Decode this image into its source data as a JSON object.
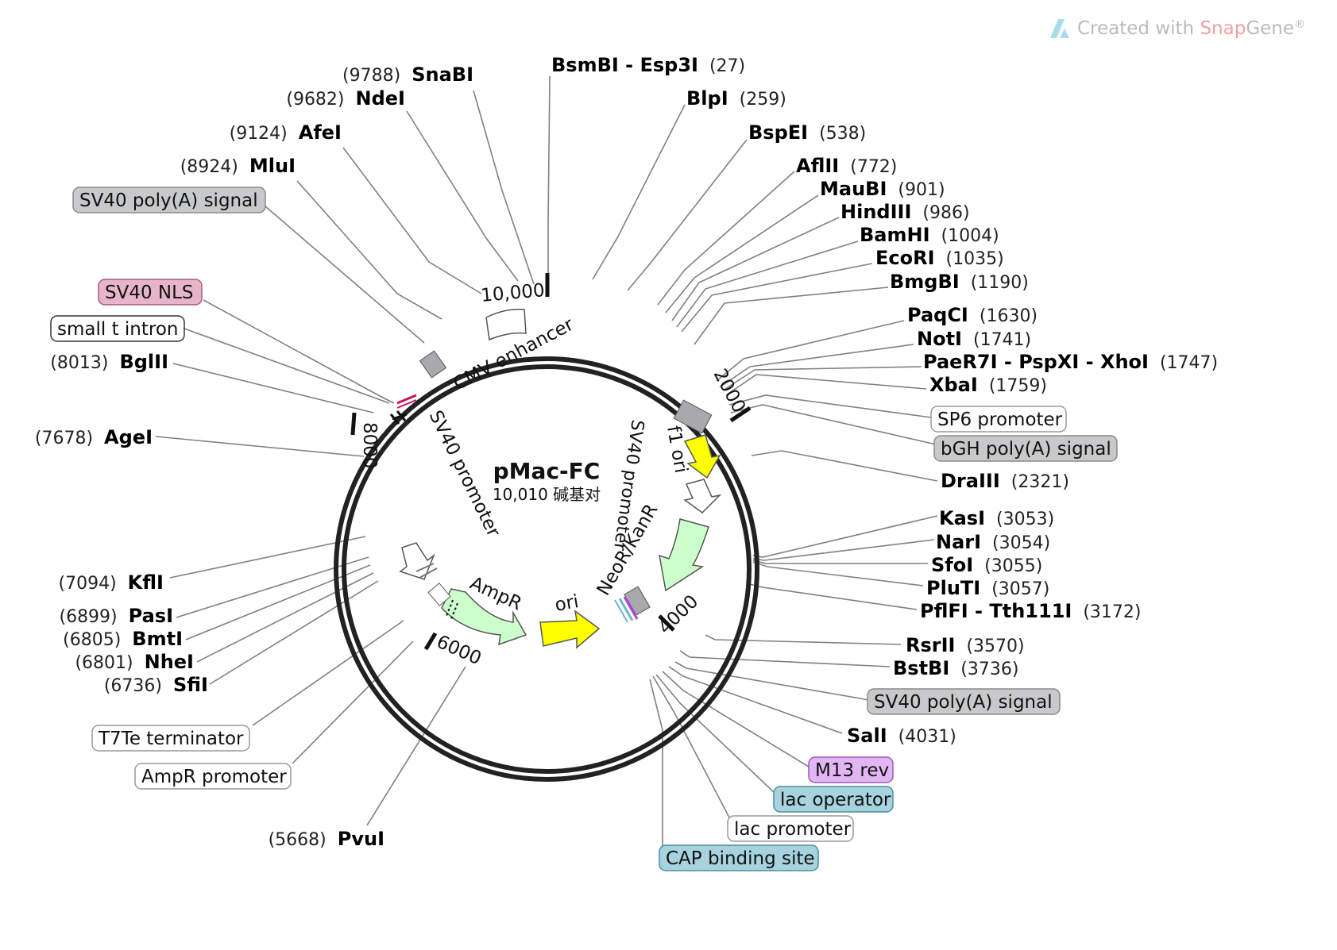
{
  "watermark": {
    "prefix": "Created with ",
    "brand_a": "Snap",
    "brand_b": "Gene",
    "reg": "®"
  },
  "plasmid": {
    "name": "pMac-FC",
    "size_label": "10,010 碱基对"
  },
  "ticks": [
    {
      "label": "10,000"
    },
    {
      "label": "2000"
    },
    {
      "label": "4000"
    },
    {
      "label": "6000"
    },
    {
      "label": "8000"
    }
  ],
  "sites": [
    {
      "name": "SnaBI",
      "pos": "(9788)",
      "side": "left"
    },
    {
      "name": "NdeI",
      "pos": "(9682)",
      "side": "left"
    },
    {
      "name": "AfeI",
      "pos": "(9124)",
      "side": "left"
    },
    {
      "name": "MluI",
      "pos": "(8924)",
      "side": "left"
    },
    {
      "name": "BglII",
      "pos": "(8013)",
      "side": "left"
    },
    {
      "name": "AgeI",
      "pos": "(7678)",
      "side": "left"
    },
    {
      "name": "KflI",
      "pos": "(7094)",
      "side": "left"
    },
    {
      "name": "PasI",
      "pos": "(6899)",
      "side": "left"
    },
    {
      "name": "BmtI",
      "pos": "(6805)",
      "side": "left"
    },
    {
      "name": "NheI",
      "pos": "(6801)",
      "side": "left"
    },
    {
      "name": "SfiI",
      "pos": "(6736)",
      "side": "left"
    },
    {
      "name": "PvuI",
      "pos": "(5668)",
      "side": "left"
    },
    {
      "name": "BsmBI - Esp3I",
      "pos": "(27)",
      "side": "right"
    },
    {
      "name": "BlpI",
      "pos": "(259)",
      "side": "right"
    },
    {
      "name": "BspEI",
      "pos": "(538)",
      "side": "right"
    },
    {
      "name": "AflII",
      "pos": "(772)",
      "side": "right"
    },
    {
      "name": "MauBI",
      "pos": "(901)",
      "side": "right"
    },
    {
      "name": "HindIII",
      "pos": "(986)",
      "side": "right"
    },
    {
      "name": "BamHI",
      "pos": "(1004)",
      "side": "right"
    },
    {
      "name": "EcoRI",
      "pos": "(1035)",
      "side": "right"
    },
    {
      "name": "BmgBI",
      "pos": "(1190)",
      "side": "right"
    },
    {
      "name": "PaqCI",
      "pos": "(1630)",
      "side": "right"
    },
    {
      "name": "NotI",
      "pos": "(1741)",
      "side": "right"
    },
    {
      "name": "PaeR7I - PspXI - XhoI",
      "pos": "(1747)",
      "side": "right"
    },
    {
      "name": "XbaI",
      "pos": "(1759)",
      "side": "right"
    },
    {
      "name": "DraIII",
      "pos": "(2321)",
      "side": "right"
    },
    {
      "name": "KasI",
      "pos": "(3053)",
      "side": "right"
    },
    {
      "name": "NarI",
      "pos": "(3054)",
      "side": "right"
    },
    {
      "name": "SfoI",
      "pos": "(3055)",
      "side": "right"
    },
    {
      "name": "PluTI",
      "pos": "(3057)",
      "side": "right"
    },
    {
      "name": "PflFI - Tth111I",
      "pos": "(3172)",
      "side": "right"
    },
    {
      "name": "RsrII",
      "pos": "(3570)",
      "side": "right"
    },
    {
      "name": "BstBI",
      "pos": "(3736)",
      "side": "right"
    },
    {
      "name": "SalI",
      "pos": "(4031)",
      "side": "right"
    }
  ],
  "outer_features": [
    {
      "label": "SV40 poly(A) signal",
      "color": "#c8c9cb"
    },
    {
      "label": "SV40 NLS",
      "color": "#e8b5c8"
    },
    {
      "label": "small t intron",
      "color": "#ffffff"
    },
    {
      "label": "T7Te terminator",
      "color": "#ffffff"
    },
    {
      "label": "AmpR promoter",
      "color": "#ffffff"
    },
    {
      "label": "SP6 promoter",
      "color": "#ffffff"
    },
    {
      "label": "bGH poly(A) signal",
      "color": "#c8c9cb"
    },
    {
      "label": "SV40 poly(A) signal",
      "color": "#c8c9cb"
    },
    {
      "label": "M13 rev",
      "color": "#e2b6f5"
    },
    {
      "label": "lac operator",
      "color": "#a6d3de"
    },
    {
      "label": "lac promoter",
      "color": "#ffffff"
    },
    {
      "label": "CAP binding site",
      "color": "#a6d3de"
    }
  ],
  "inner_features": [
    {
      "label": "CMV enhancer"
    },
    {
      "label": "f1 ori"
    },
    {
      "label": "SV40 promoter"
    },
    {
      "label": "NeoR/KanR"
    },
    {
      "label": "ori"
    },
    {
      "label": "AmpR"
    },
    {
      "label": "SV40 promoter"
    }
  ],
  "colors": {
    "yellow": "#ffff00",
    "green": "#ccffcc",
    "gray": "#a8a9ad",
    "pink": "#c2185b",
    "purple": "#b040e0",
    "teal": "#6ab8cc"
  }
}
